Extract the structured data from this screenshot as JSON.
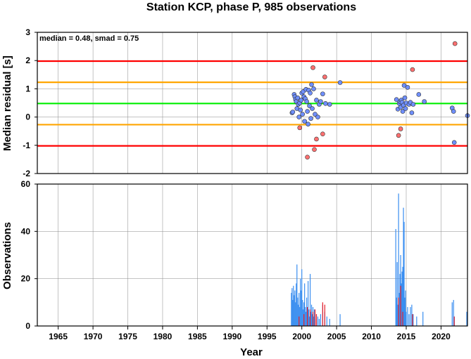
{
  "chart_data": [
    {
      "type": "scatter",
      "title": "Station KCP, phase P, 985 observations",
      "xlabel": "",
      "ylabel": "Median residual [s]",
      "annotation": "median = 0.48, smad = 0.75",
      "xlim": [
        1962.0,
        2023.8
      ],
      "ylim": [
        -2,
        3
      ],
      "yticks": [
        "-2",
        "-1",
        "0",
        "1",
        "2",
        "3"
      ],
      "grid": true,
      "reference_lines": [
        {
          "y": 1.98,
          "color": "#ff0000"
        },
        {
          "y": 1.23,
          "color": "#ffa500"
        },
        {
          "y": 0.48,
          "color": "#00ee00"
        },
        {
          "y": -0.27,
          "color": "#ffa500"
        },
        {
          "y": -1.02,
          "color": "#ff0000"
        }
      ],
      "series": [
        {
          "color": "#6f8fff",
          "points": [
            [
              1998.6,
              0.15
            ],
            [
              1998.7,
              0.18
            ],
            [
              1998.9,
              0.8
            ],
            [
              1999.0,
              0.72
            ],
            [
              1999.1,
              0.62
            ],
            [
              1999.2,
              0.55
            ],
            [
              1999.3,
              0.3
            ],
            [
              1999.4,
              0.68
            ],
            [
              1999.5,
              0.45
            ],
            [
              1999.6,
              0.0
            ],
            [
              1999.7,
              0.5
            ],
            [
              1999.8,
              0.25
            ],
            [
              1999.9,
              0.6
            ],
            [
              2000.0,
              0.85
            ],
            [
              2000.1,
              0.1
            ],
            [
              2000.2,
              0.9
            ],
            [
              2000.3,
              0.72
            ],
            [
              2000.4,
              -0.15
            ],
            [
              2000.5,
              0.65
            ],
            [
              2000.6,
              0.98
            ],
            [
              2000.7,
              0.55
            ],
            [
              2000.8,
              0.2
            ],
            [
              2000.9,
              -0.25
            ],
            [
              2001.0,
              0.95
            ],
            [
              2001.1,
              0.4
            ],
            [
              2001.2,
              0.85
            ],
            [
              2001.3,
              -0.05
            ],
            [
              2001.4,
              1.15
            ],
            [
              2001.5,
              0.3
            ],
            [
              2001.7,
              1.0
            ],
            [
              2001.9,
              0.1
            ],
            [
              2002.1,
              0.6
            ],
            [
              2002.3,
              0.0
            ],
            [
              2002.5,
              0.45
            ],
            [
              2002.7,
              0.55
            ],
            [
              2003.0,
              0.82
            ],
            [
              2003.4,
              0.48
            ],
            [
              2004.0,
              0.45
            ],
            [
              2005.5,
              1.22
            ],
            [
              2013.6,
              0.62
            ],
            [
              2013.8,
              0.28
            ],
            [
              2014.0,
              0.48
            ],
            [
              2014.1,
              0.55
            ],
            [
              2014.2,
              0.35
            ],
            [
              2014.3,
              0.6
            ],
            [
              2014.4,
              0.52
            ],
            [
              2014.5,
              0.2
            ],
            [
              2014.6,
              0.42
            ],
            [
              2014.7,
              1.12
            ],
            [
              2014.8,
              0.68
            ],
            [
              2014.9,
              0.3
            ],
            [
              2015.0,
              0.5
            ],
            [
              2015.2,
              1.05
            ],
            [
              2015.4,
              0.45
            ],
            [
              2015.6,
              0.52
            ],
            [
              2015.8,
              0.15
            ],
            [
              2016.0,
              0.45
            ],
            [
              2016.8,
              0.8
            ],
            [
              2017.6,
              0.55
            ],
            [
              2021.6,
              0.32
            ],
            [
              2021.8,
              0.2
            ],
            [
              2021.9,
              -0.9
            ],
            [
              2023.8,
              0.05
            ]
          ]
        },
        {
          "color": "#ff7070",
          "points": [
            [
              1999.7,
              -0.38
            ],
            [
              2000.8,
              -1.42
            ],
            [
              2001.6,
              1.75
            ],
            [
              2001.8,
              -1.15
            ],
            [
              2002.1,
              -0.78
            ],
            [
              2003.0,
              -0.6
            ],
            [
              2003.3,
              1.42
            ],
            [
              2013.9,
              -0.65
            ],
            [
              2014.2,
              -0.42
            ],
            [
              2015.9,
              1.68
            ],
            [
              2022.0,
              2.6
            ]
          ]
        }
      ]
    },
    {
      "type": "bar",
      "xlabel": "Year",
      "ylabel": "Observations",
      "xlim": [
        1962.0,
        2023.8
      ],
      "ylim": [
        0,
        60
      ],
      "yticks": [
        "0",
        "20",
        "40",
        "60"
      ],
      "xticks": [
        "1965",
        "1970",
        "1975",
        "1980",
        "1985",
        "1990",
        "1995",
        "2000",
        "2005",
        "2010",
        "2015",
        "2020"
      ],
      "grid": true,
      "series": [
        {
          "color": "#3a8ef0",
          "bars": [
            [
              1998.5,
              14
            ],
            [
              1998.6,
              16
            ],
            [
              1998.7,
              11
            ],
            [
              1998.8,
              17
            ],
            [
              1998.9,
              13
            ],
            [
              1999.0,
              15
            ],
            [
              1999.1,
              10
            ],
            [
              1999.2,
              18
            ],
            [
              1999.3,
              26
            ],
            [
              1999.4,
              12
            ],
            [
              1999.5,
              9
            ],
            [
              1999.6,
              14
            ],
            [
              1999.7,
              8
            ],
            [
              1999.8,
              20
            ],
            [
              1999.9,
              15
            ],
            [
              2000.0,
              24
            ],
            [
              2000.1,
              11
            ],
            [
              2000.2,
              7
            ],
            [
              2000.3,
              10
            ],
            [
              2000.4,
              18
            ],
            [
              2000.5,
              8
            ],
            [
              2000.6,
              6
            ],
            [
              2000.7,
              12
            ],
            [
              2000.8,
              5
            ],
            [
              2000.9,
              19
            ],
            [
              2001.0,
              7
            ],
            [
              2001.1,
              4
            ],
            [
              2001.2,
              22
            ],
            [
              2001.3,
              6
            ],
            [
              2001.4,
              9
            ],
            [
              2001.5,
              5
            ],
            [
              2001.6,
              8
            ],
            [
              2001.7,
              4
            ],
            [
              2001.8,
              7
            ],
            [
              2001.9,
              3
            ],
            [
              2002.1,
              5
            ],
            [
              2002.3,
              4
            ],
            [
              2002.5,
              3
            ],
            [
              2002.7,
              5
            ],
            [
              2003.0,
              9
            ],
            [
              2003.3,
              6
            ],
            [
              2003.6,
              4
            ],
            [
              2004.0,
              3
            ],
            [
              2005.5,
              5
            ],
            [
              2013.5,
              41
            ],
            [
              2013.6,
              12
            ],
            [
              2013.7,
              27
            ],
            [
              2013.8,
              9
            ],
            [
              2013.9,
              56
            ],
            [
              2014.0,
              14
            ],
            [
              2014.1,
              22
            ],
            [
              2014.2,
              30
            ],
            [
              2014.3,
              18
            ],
            [
              2014.4,
              23
            ],
            [
              2014.5,
              25
            ],
            [
              2014.6,
              50
            ],
            [
              2014.7,
              44
            ],
            [
              2014.8,
              12
            ],
            [
              2014.9,
              15
            ],
            [
              2015.0,
              6
            ],
            [
              2015.2,
              8
            ],
            [
              2015.4,
              5
            ],
            [
              2015.6,
              8
            ],
            [
              2015.8,
              9
            ],
            [
              2016.0,
              5
            ],
            [
              2016.5,
              4
            ],
            [
              2017.4,
              6
            ],
            [
              2021.6,
              10
            ],
            [
              2021.8,
              11
            ],
            [
              2021.9,
              4
            ],
            [
              2023.7,
              6
            ]
          ]
        },
        {
          "color": "#e8202a",
          "bars": [
            [
              1999.6,
              4
            ],
            [
              2000.3,
              5
            ],
            [
              2000.8,
              8
            ],
            [
              2001.2,
              7
            ],
            [
              2001.6,
              6
            ],
            [
              2001.9,
              7
            ],
            [
              2002.1,
              5
            ],
            [
              2003.0,
              10
            ],
            [
              2003.3,
              9
            ],
            [
              2013.9,
              12
            ],
            [
              2014.2,
              17
            ],
            [
              2014.5,
              6
            ],
            [
              2015.9,
              5
            ],
            [
              2021.9,
              4
            ]
          ]
        }
      ]
    }
  ]
}
